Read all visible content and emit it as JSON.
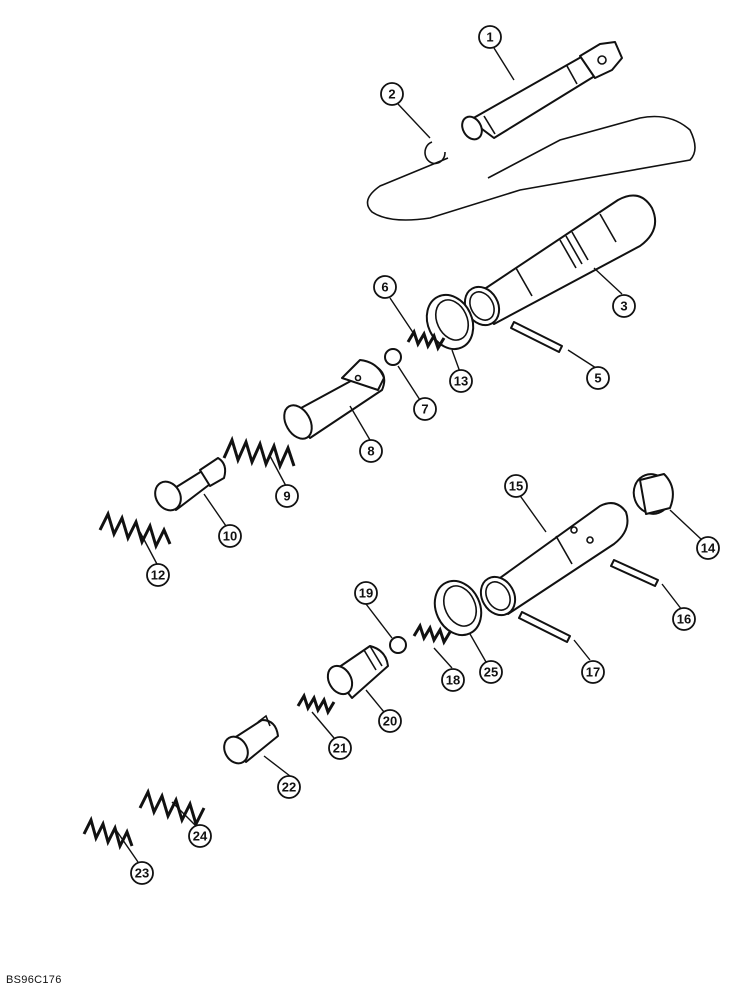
{
  "figure_code": "BS96C176",
  "callouts": [
    "1",
    "2",
    "3",
    "5",
    "6",
    "7",
    "8",
    "9",
    "10",
    "12",
    "13",
    "14",
    "15",
    "16",
    "17",
    "18",
    "19",
    "20",
    "21",
    "22",
    "23",
    "24",
    "25"
  ],
  "parts": [
    {
      "number": "1",
      "icon": "shaft-icon"
    },
    {
      "number": "2",
      "icon": "snap-ring-icon"
    },
    {
      "number": "3",
      "icon": "valve-sleeve-icon"
    },
    {
      "number": "5",
      "icon": "pin-icon"
    },
    {
      "number": "6",
      "icon": "spring-icon"
    },
    {
      "number": "7",
      "icon": "ball-icon"
    },
    {
      "number": "8",
      "icon": "spool-icon"
    },
    {
      "number": "9",
      "icon": "spring-icon"
    },
    {
      "number": "10",
      "icon": "piston-icon"
    },
    {
      "number": "12",
      "icon": "spring-icon"
    },
    {
      "number": "13",
      "icon": "washer-icon"
    },
    {
      "number": "14",
      "icon": "cap-icon"
    },
    {
      "number": "15",
      "icon": "valve-sleeve-icon"
    },
    {
      "number": "16",
      "icon": "pin-icon"
    },
    {
      "number": "17",
      "icon": "pin-icon"
    },
    {
      "number": "18",
      "icon": "spring-icon"
    },
    {
      "number": "19",
      "icon": "ball-icon"
    },
    {
      "number": "20",
      "icon": "valve-body-icon"
    },
    {
      "number": "21",
      "icon": "spring-icon"
    },
    {
      "number": "22",
      "icon": "piston-icon"
    },
    {
      "number": "23",
      "icon": "spring-icon"
    },
    {
      "number": "24",
      "icon": "spring-icon"
    },
    {
      "number": "25",
      "icon": "washer-icon"
    }
  ]
}
